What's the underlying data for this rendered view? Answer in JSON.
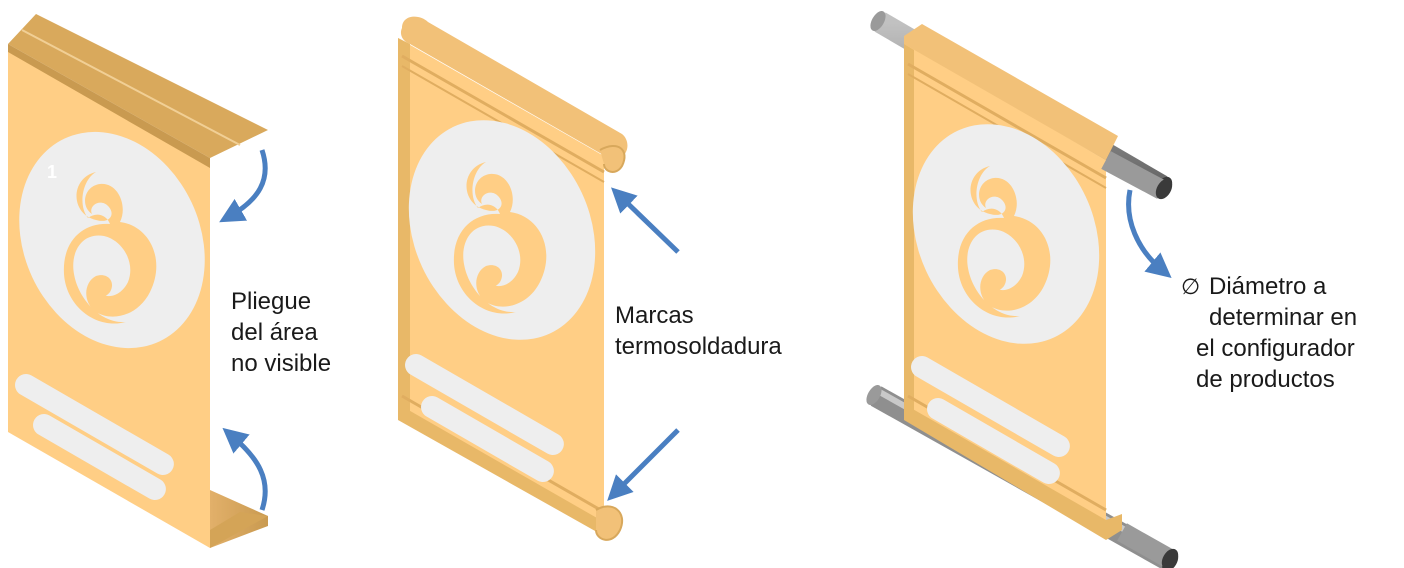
{
  "diagram": {
    "panel_badge": "1",
    "labels": {
      "fold": [
        "Pliegue",
        "del área",
        "no visible"
      ],
      "weld": [
        "Marcas",
        "termosoldadura"
      ],
      "diameter": {
        "symbol": "∅",
        "lines": [
          "Diámetro a",
          "determinar en",
          "el configurador",
          "de productos"
        ]
      }
    },
    "colors": {
      "banner_face": "#FFCE85",
      "banner_edge": "#E8B868",
      "banner_shadow": "#C9994A",
      "logo_ellipse": "#EEEEEE",
      "arrow": "#4A7FC1",
      "rod": "#8F8F8F"
    }
  }
}
